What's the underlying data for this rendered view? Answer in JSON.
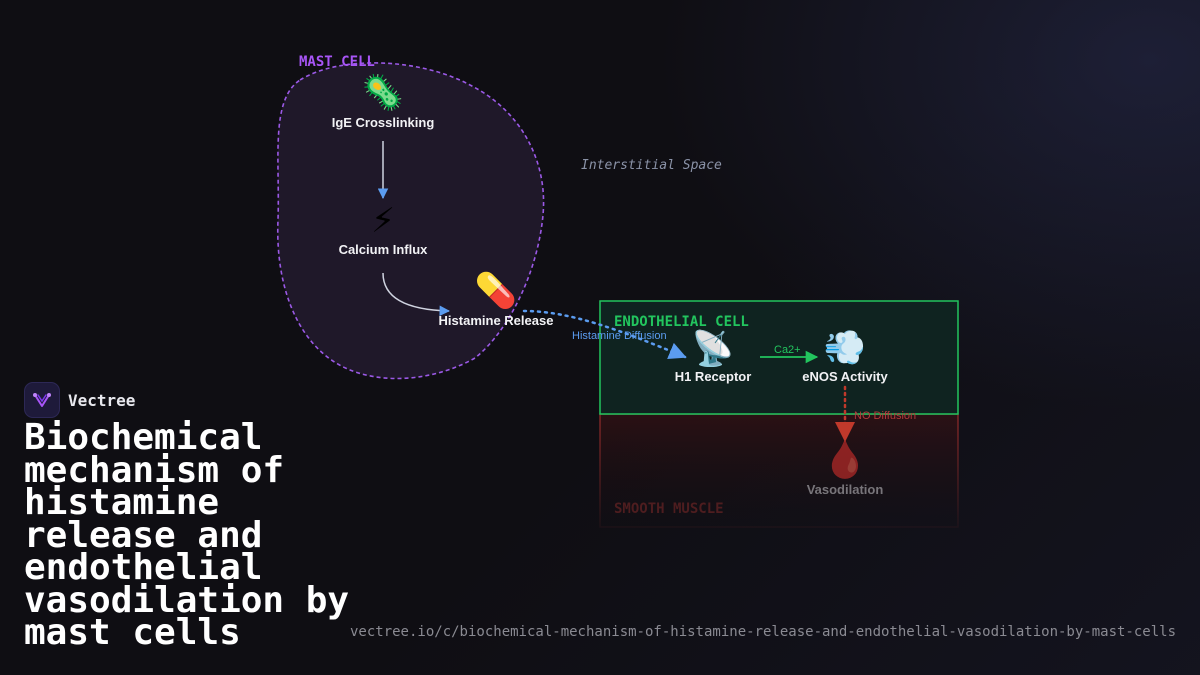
{
  "diagram": {
    "regions": {
      "mast_cell": "MAST CELL",
      "interstitial": "Interstitial Space",
      "endothelial_cell": "ENDOTHELIAL CELL",
      "smooth_muscle": "SMOOTH MUSCLE"
    },
    "nodes": {
      "ige": {
        "icon": "🦠",
        "icon_name": "bacteria-icon",
        "label": "IgE Crosslinking"
      },
      "calcium": {
        "icon": "⚡",
        "icon_name": "lightning-icon",
        "label": "Calcium Influx"
      },
      "histamine": {
        "icon": "💊",
        "icon_name": "pill-icon",
        "label": "Histamine Release"
      },
      "h1": {
        "icon": "📡",
        "icon_name": "satellite-dish-icon",
        "label": "H1 Receptor"
      },
      "enos": {
        "icon": "💨",
        "icon_name": "dash-cloud-icon",
        "label": "eNOS Activity"
      },
      "vaso": {
        "icon": "🩸",
        "icon_name": "blood-drop-icon",
        "label": "Vasodilation"
      }
    },
    "edges": {
      "histamine_diffusion": "Histamine Diffusion",
      "ca2": "Ca2+",
      "no_diffusion": "NO Diffusion"
    },
    "colors": {
      "mast_cell": "#9b59e6",
      "endothelial": "#22c55e",
      "smooth_muscle": "#c0392b",
      "arrow_blue": "#5b9cf0"
    }
  },
  "brand": {
    "name": "Vectree"
  },
  "page": {
    "title": "Biochemical mechanism of histamine release and endothelial vasodilation by mast cells",
    "url": "vectree.io/c/biochemical-mechanism-of-histamine-release-and-endothelial-vasodilation-by-mast-cells"
  }
}
